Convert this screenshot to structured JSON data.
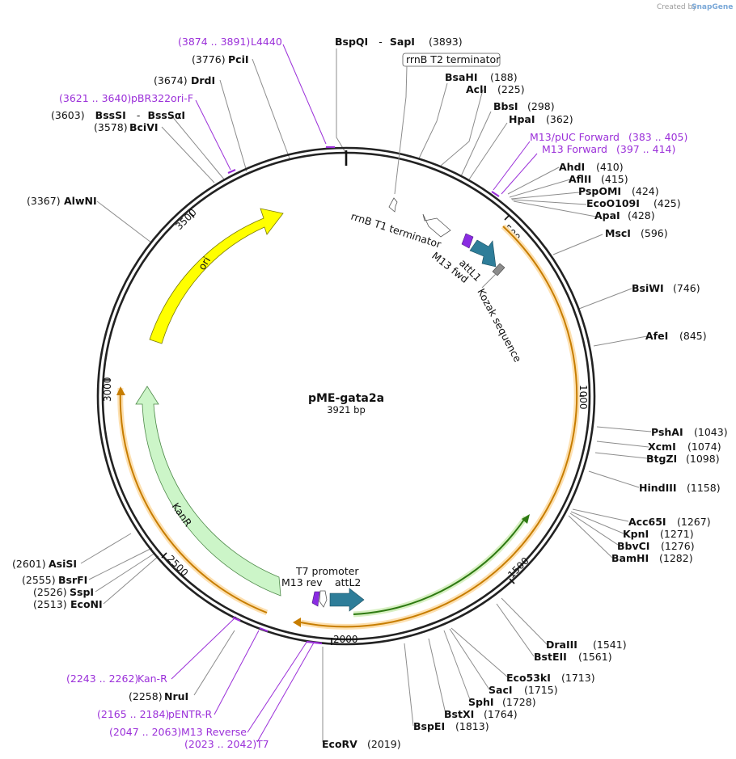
{
  "plasmid": {
    "name": "pME-gata2a",
    "size_label": "3921 bp"
  },
  "branding": {
    "created_by": "Created by",
    "product": "SnapGene"
  },
  "ticks": [
    "500",
    "1000",
    "1500",
    "2000",
    "2500",
    "3000",
    "3500"
  ],
  "features": {
    "ori": "ori",
    "kanr": "KanR",
    "rrnb_t1": "rrnB T1 terminator",
    "rrnb_t2": "rrnB T2 terminator",
    "m13_fwd": "M13 fwd",
    "attl1": "attL1",
    "kozak": "Kozak sequence",
    "t7_promoter": "T7 promoter",
    "m13_rev": "M13 rev",
    "attl2": "attL2"
  },
  "sites": {
    "bspqi_sapi": {
      "enzyme": "BspQI",
      "sep": "-",
      "enzyme2": "SapI",
      "pos": "(3893)"
    },
    "bsahi": {
      "enzyme": "BsaHI",
      "pos": "(188)"
    },
    "acli": {
      "enzyme": "AclI",
      "pos": "(225)"
    },
    "bbsi": {
      "enzyme": "BbsI",
      "pos": "(298)"
    },
    "hpai": {
      "enzyme": "HpaI",
      "pos": "(362)"
    },
    "ahdi": {
      "enzyme": "AhdI",
      "pos": "(410)"
    },
    "aflii": {
      "enzyme": "AflII",
      "pos": "(415)"
    },
    "pspomi": {
      "enzyme": "PspOMI",
      "pos": "(424)"
    },
    "eco0109i": {
      "enzyme": "EcoO109I",
      "pos": "(425)"
    },
    "apai": {
      "enzyme": "ApaI",
      "pos": "(428)"
    },
    "msci": {
      "enzyme": "MscI",
      "pos": "(596)"
    },
    "bsiwi": {
      "enzyme": "BsiWI",
      "pos": "(746)"
    },
    "afei": {
      "enzyme": "AfeI",
      "pos": "(845)"
    },
    "pshai": {
      "enzyme": "PshAI",
      "pos": "(1043)"
    },
    "xcmi": {
      "enzyme": "XcmI",
      "pos": "(1074)"
    },
    "btgzi": {
      "enzyme": "BtgZI",
      "pos": "(1098)"
    },
    "hindiii": {
      "enzyme": "HindIII",
      "pos": "(1158)"
    },
    "acc65i": {
      "enzyme": "Acc65I",
      "pos": "(1267)"
    },
    "kpni": {
      "enzyme": "KpnI",
      "pos": "(1271)"
    },
    "bbvci": {
      "enzyme": "BbvCI",
      "pos": "(1276)"
    },
    "bamhi": {
      "enzyme": "BamHI",
      "pos": "(1282)"
    },
    "draiii": {
      "enzyme": "DraIII",
      "pos": "(1541)"
    },
    "bsteii": {
      "enzyme": "BstEII",
      "pos": "(1561)"
    },
    "eco53ki": {
      "enzyme": "Eco53kI",
      "pos": "(1713)"
    },
    "saci": {
      "enzyme": "SacI",
      "pos": "(1715)"
    },
    "sphi": {
      "enzyme": "SphI",
      "pos": "(1728)"
    },
    "bstxi": {
      "enzyme": "BstXI",
      "pos": "(1764)"
    },
    "bspei": {
      "enzyme": "BspEI",
      "pos": "(1813)"
    },
    "ecorv": {
      "enzyme": "EcoRV",
      "pos": "(2019)"
    },
    "nrui": {
      "enzyme": "NruI",
      "pos": "(2258)"
    },
    "econi": {
      "enzyme": "EcoNI",
      "pos": "(2513)"
    },
    "sspi": {
      "enzyme": "SspI",
      "pos": "(2526)"
    },
    "bsrfi": {
      "enzyme": "BsrFI",
      "pos": "(2555)"
    },
    "asisi": {
      "enzyme": "AsiSI",
      "pos": "(2601)"
    },
    "alwni": {
      "enzyme": "AlwNI",
      "pos": "(3367)"
    },
    "bcivi": {
      "enzyme": "BciVI",
      "pos": "(3578)"
    },
    "bsssi": {
      "enzyme": "BssSI",
      "sep": "-",
      "enzyme2": "BssSαI",
      "pos": "(3603)"
    },
    "drdi": {
      "enzyme": "DrdI",
      "pos": "(3674)"
    },
    "pcii": {
      "enzyme": "PciI",
      "pos": "(3776)"
    }
  },
  "primers": {
    "l4440": {
      "range": "(3874 .. 3891)",
      "name": "L4440"
    },
    "pbr322ori": {
      "range": "(3621 .. 3640)",
      "name": "pBR322ori-F"
    },
    "m13puc": {
      "name": "M13/pUC Forward",
      "range": "(383 .. 405)"
    },
    "m13fwd": {
      "name": "M13 Forward",
      "range": "(397 .. 414)"
    },
    "kanr": {
      "range": "(2243 .. 2262)",
      "name": "Kan-R"
    },
    "pentr": {
      "range": "(2165 .. 2184)",
      "name": "pENTR-R"
    },
    "m13rev": {
      "range": "(2047 .. 2063)",
      "name": "M13 Reverse"
    },
    "t7": {
      "range": "(2023 .. 2042)",
      "name": "T7"
    }
  },
  "colors": {
    "backbone": "#222222",
    "primer": "#9b30d9",
    "ori": "#ffff00",
    "kanr": "#ccf5c8",
    "orf_orange": "#f5a623",
    "orf_green": "#5cb82e",
    "attl": "#2e7d99",
    "m13": "#8a2be2",
    "kozak": "#8c8c8c",
    "leader": "#8c8c8c"
  }
}
